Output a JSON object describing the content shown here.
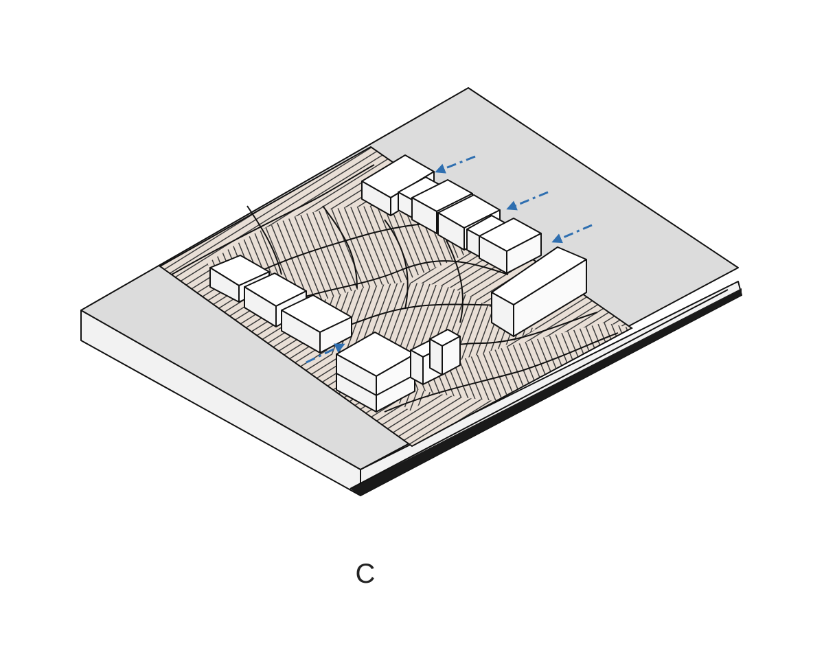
{
  "figure": {
    "caption": "C"
  },
  "colors": {
    "ground": "#dcdcdc",
    "ground_side": "#f2f2f2",
    "landscape_fill": "#e9dfd6",
    "hatch": "#3a3a3a",
    "outline": "#111111",
    "building_top": "#ffffff",
    "building_left": "#f3f3f3",
    "building_right": "#fafafa",
    "arrow": "#2f6fb0"
  },
  "elements": {
    "building_count": 13,
    "arrow_count": 4
  }
}
